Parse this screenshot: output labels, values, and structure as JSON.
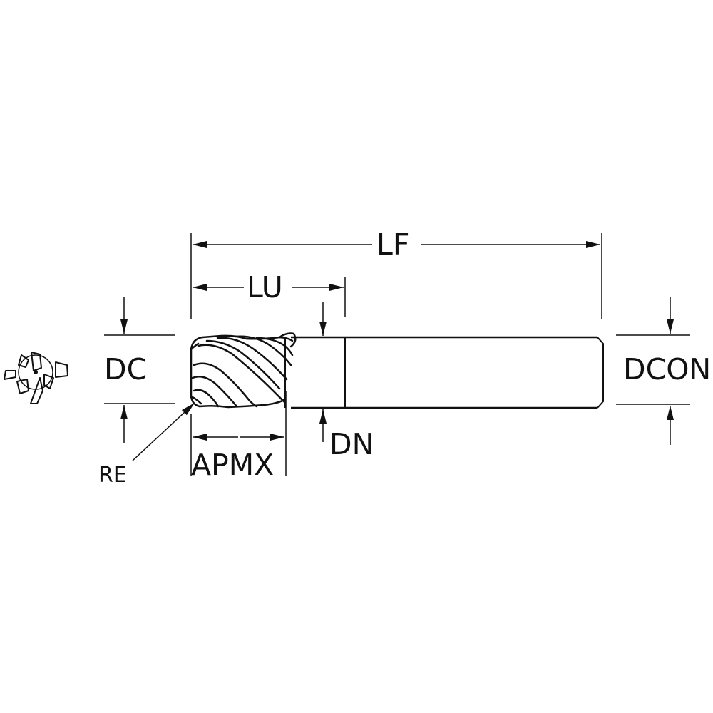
{
  "labels": {
    "lf": "LF",
    "lu": "LU",
    "dc": "DC",
    "dcon": "DCON",
    "dn": "DN",
    "apmx": "APMX",
    "re": "RE"
  },
  "colors": {
    "line": "#111111",
    "background": "#ffffff"
  }
}
